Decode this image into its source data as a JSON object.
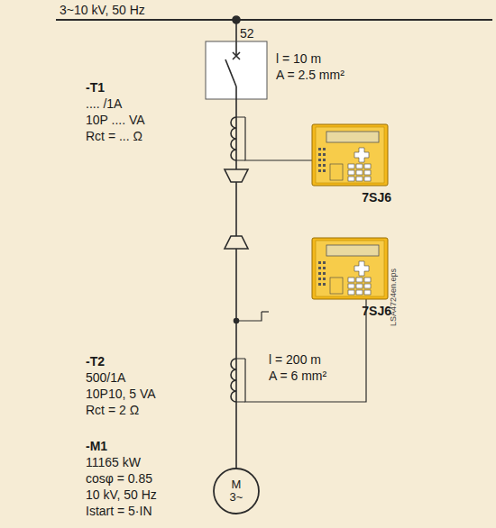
{
  "diagram": {
    "nodes": [
      {
        "text": [
          "7SJ6"
        ]
      },
      {
        "text": [
          "7SJ6"
        ]
      },
      {
        "text": [
          "M",
          "3~"
        ]
      }
    ],
    "labels": [
      "3~10 kV, 50 Hz",
      "52",
      "l = 10 m",
      "A = 2.5 mm²",
      "-T1",
      ".... /1A",
      "10P .... VA",
      "Rct = ... Ω",
      "-T2",
      "500/1A",
      "10P10, 5 VA",
      "Rct = 2 Ω",
      "l = 200 m",
      "A = 6 mm²",
      "LSA4724en.eps",
      "-M1",
      "11165 kW",
      "cosφ = 0.85",
      "10 kV, 50 Hz",
      "Istart = 5·IN"
    ]
  }
}
